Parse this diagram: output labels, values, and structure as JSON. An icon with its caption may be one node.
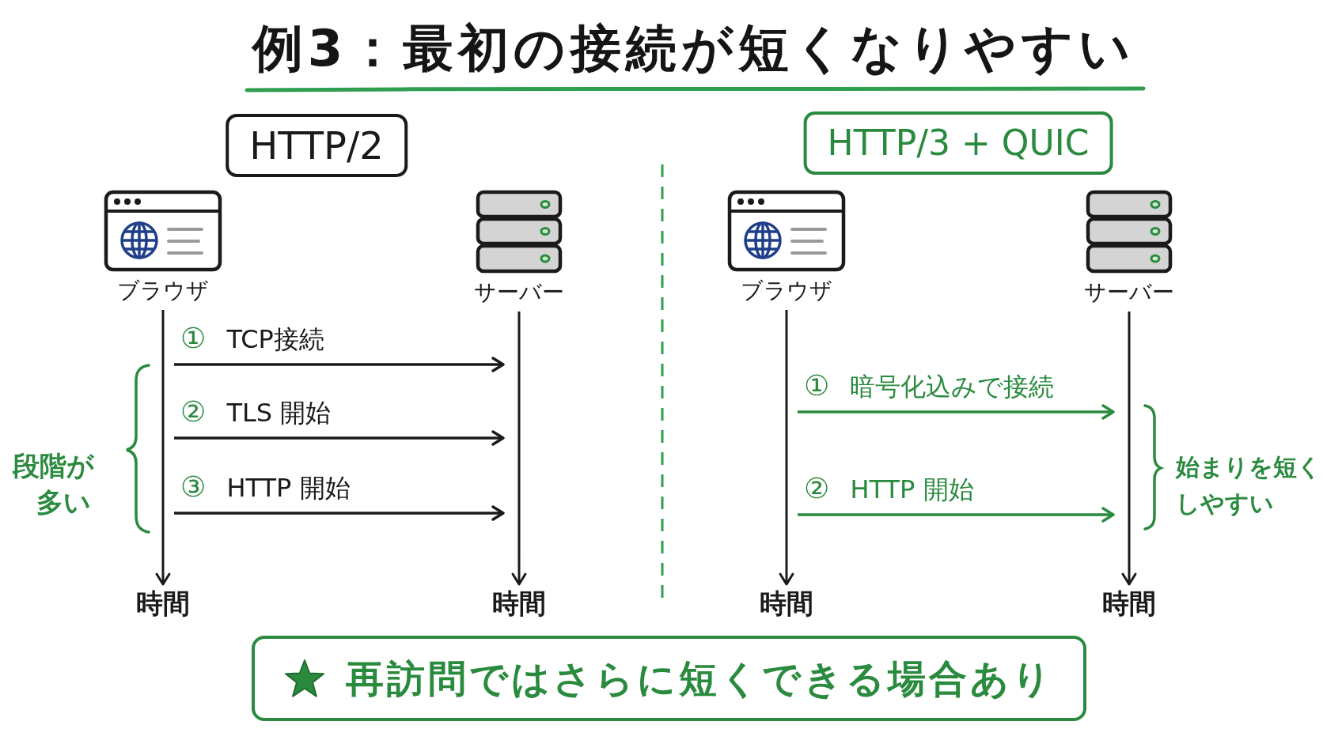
{
  "diagram": {
    "title": "例3：最初の接続が短くなりやすい",
    "nodes": [
      {
        "text": [
          "HTTP/2"
        ]
      },
      {
        "text": [
          "ブラウザ"
        ]
      },
      {
        "text": [
          "サーバー"
        ]
      },
      {
        "text": [
          "時間"
        ]
      },
      {
        "text": [
          "時間"
        ]
      },
      {
        "text": [
          "HTTP/3 + QUIC"
        ]
      },
      {
        "text": [
          "ブラウザ"
        ]
      },
      {
        "text": [
          "サーバー"
        ]
      },
      {
        "text": [
          "時間"
        ]
      },
      {
        "text": [
          "時間"
        ]
      },
      {
        "text": [
          "再訪問ではさらに短くできる場合あり"
        ]
      }
    ],
    "edges": [
      {
        "from": 1,
        "to": 3,
        "arrow": "to"
      },
      {
        "from": 2,
        "to": 4,
        "arrow": "to"
      },
      {
        "from": 1,
        "to": 2,
        "arrow": "to",
        "label": "① TCP接続"
      },
      {
        "from": 1,
        "to": 2,
        "arrow": "to",
        "label": "② TLS 開始"
      },
      {
        "from": 1,
        "to": 2,
        "arrow": "to",
        "label": "③ HTTP 開始"
      },
      {
        "from": 6,
        "to": 8,
        "arrow": "to"
      },
      {
        "from": 7,
        "to": 9,
        "arrow": "to"
      },
      {
        "from": 6,
        "to": 7,
        "arrow": "to",
        "label": "① 暗号化込みで接続",
        "color": "#2a8a3e"
      },
      {
        "from": 6,
        "to": 7,
        "arrow": "to",
        "label": "② HTTP 開始",
        "color": "#2a8a3e"
      }
    ],
    "labels": [
      "段階が多い",
      "始まりを短くしやすい"
    ]
  }
}
